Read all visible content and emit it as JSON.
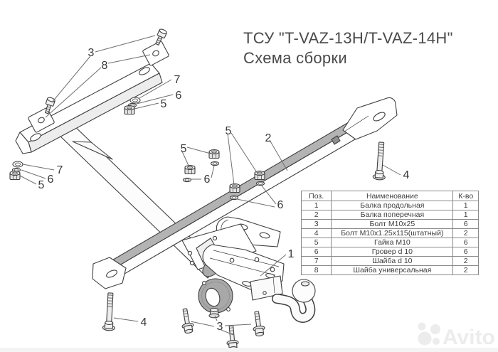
{
  "title": {
    "line1": "ТСУ \"T-VAZ-13H/T-VAZ-14H\"",
    "line2": "Схема сборки"
  },
  "parts_table": {
    "headers": {
      "pos": "Поз.",
      "name": "Наименование",
      "qty": "К-во"
    },
    "rows": [
      {
        "pos": "1",
        "name": "Балка продольная",
        "qty": "1"
      },
      {
        "pos": "2",
        "name": "Балка поперечная",
        "qty": "1"
      },
      {
        "pos": "3",
        "name": "Болт М10х25",
        "qty": "6"
      },
      {
        "pos": "4",
        "name": "Болт М10х1.25х115(штатный)",
        "qty": "2"
      },
      {
        "pos": "5",
        "name": "Гайка М10",
        "qty": "6"
      },
      {
        "pos": "6",
        "name": "Гровер d 10",
        "qty": "6"
      },
      {
        "pos": "7",
        "name": "Шайба d 10",
        "qty": "2"
      },
      {
        "pos": "8",
        "name": "Шайба универсальная",
        "qty": "2"
      }
    ]
  },
  "callouts": [
    {
      "label": "3"
    },
    {
      "label": "8"
    },
    {
      "label": "7"
    },
    {
      "label": "6"
    },
    {
      "label": "5"
    },
    {
      "label": "7"
    },
    {
      "label": "6"
    },
    {
      "label": "5"
    },
    {
      "label": "5"
    },
    {
      "label": "6"
    },
    {
      "label": "5"
    },
    {
      "label": "2"
    },
    {
      "label": "6"
    },
    {
      "label": "4"
    },
    {
      "label": "1"
    },
    {
      "label": "4"
    },
    {
      "label": "3"
    }
  ],
  "watermark": {
    "text": "Avito"
  },
  "colors": {
    "line": "#3f3f3f",
    "beam_top_shade": "#b3b3b3",
    "disc_shade": "#a8a8a8",
    "title_text": "#4a4a4a",
    "table_border": "#8a8a8a",
    "watermark": "#ececec"
  }
}
